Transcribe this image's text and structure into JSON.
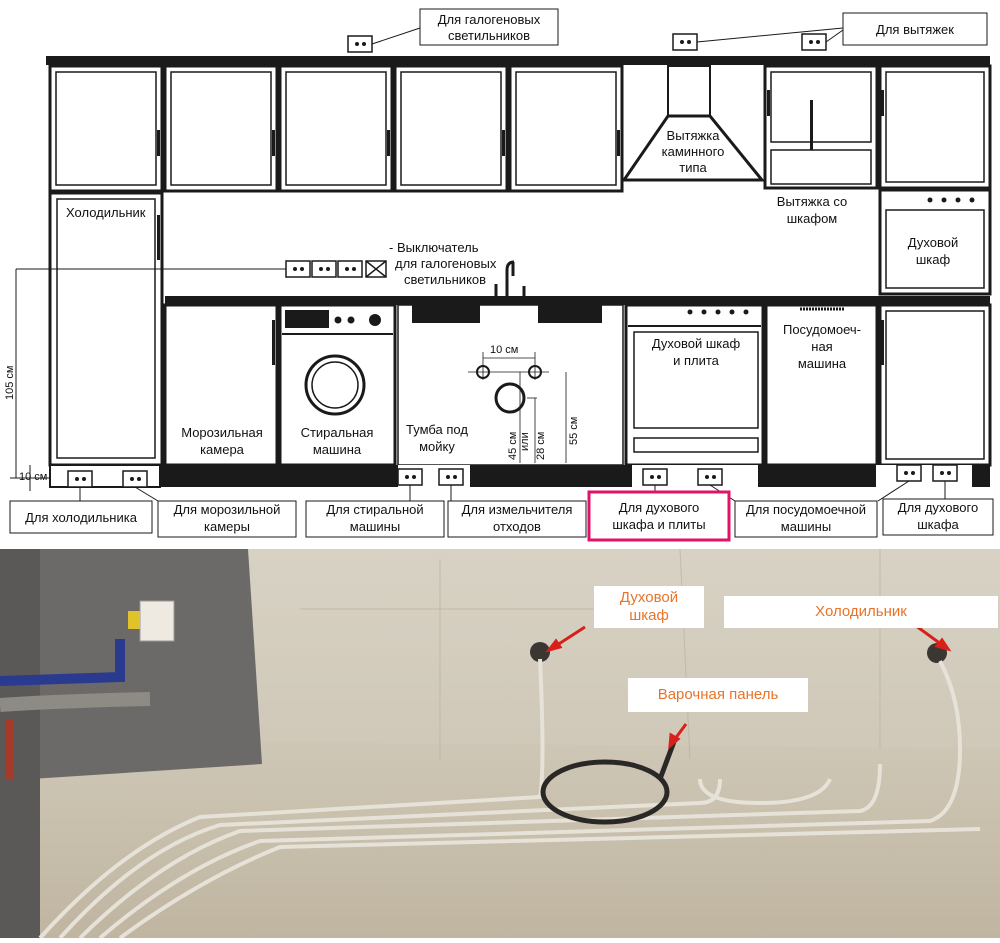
{
  "diagram": {
    "top_labels": {
      "halogen": [
        "Для галогеновых",
        "светильников"
      ],
      "hoods": "Для вытяжек"
    },
    "appliances": {
      "fridge": "Холодильник",
      "hood_chimney": [
        "Вытяжка",
        "каминного",
        "типа"
      ],
      "hood_cabinet": [
        "Вытяжка со",
        "шкафом"
      ],
      "oven_wall": [
        "Духовой",
        "шкаф"
      ],
      "switch": [
        "- Выключатель",
        "для галогеновых",
        "светильников"
      ],
      "freezer": [
        "Морозильная",
        "камера"
      ],
      "washer": [
        "Стиральная",
        "машина"
      ],
      "sink": [
        "Тумба под",
        "мойку"
      ],
      "oven_stove": [
        "Духовой шкаф",
        "и плита"
      ],
      "dishwasher": [
        "Посудомоеч-",
        "ная",
        "машина"
      ]
    },
    "dimensions": {
      "height_105": "105 см",
      "height_10": "10 см",
      "spacing_10": "10 см",
      "pipe_45": "45 см",
      "pipe_or": "или",
      "pipe_28": "28 см",
      "pipe_55": "55 см"
    },
    "bottom_labels": [
      [
        "Для холодильника"
      ],
      [
        "Для морозильной",
        "камеры"
      ],
      [
        "Для стиральной",
        "машины"
      ],
      [
        "Для измельчителя",
        "отходов"
      ],
      [
        "Для духового",
        "шкафа и плиты"
      ],
      [
        "Для посудомоечной",
        "машины"
      ],
      [
        "Для духового",
        "шкафа"
      ]
    ],
    "highlight_color": "#e0136a"
  },
  "photo": {
    "labels": {
      "oven": [
        "Духовой",
        "шкаф"
      ],
      "fridge": "Холодильник",
      "hob": "Варочная панель"
    },
    "label_color": "#e8742a",
    "arrow_color": "#d8201a"
  }
}
